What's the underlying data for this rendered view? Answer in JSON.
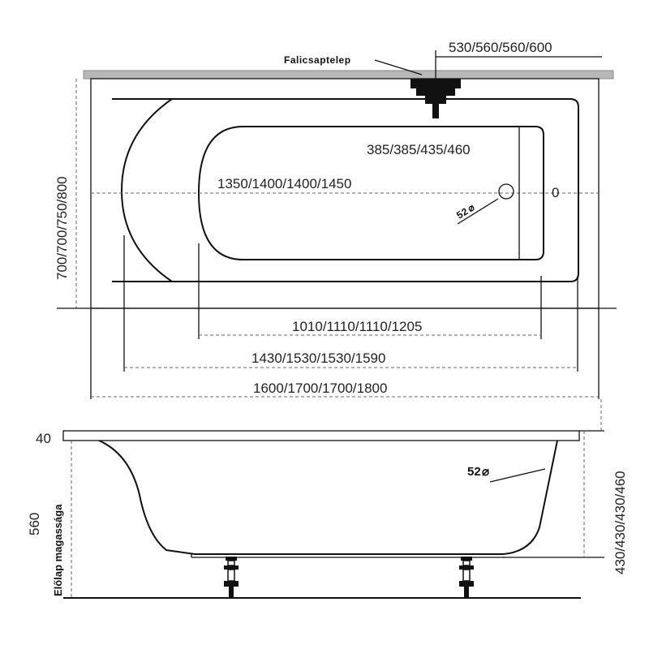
{
  "labels": {
    "wall_faucet": "Falicsaptelep",
    "faucet_dims": "530/560/560/600",
    "width_total": "700/700/750/800",
    "inner_width": "385/385/435/460",
    "inner_length": "1350/1400/1400/1450",
    "drain_top": "52",
    "overflow_mark": "0",
    "bottom_length": "1010/1110/1110/1205",
    "mid_length": "1430/1530/1530/1590",
    "total_length": "1600/1700/1700/1800",
    "rim_thickness": "40",
    "drain_side": "52",
    "panel_height_caption": "Előlap magassága",
    "panel_height": "560",
    "depth_dims": "430/430/430/460"
  },
  "icons": {
    "drain_symbol": "diameter-icon"
  }
}
